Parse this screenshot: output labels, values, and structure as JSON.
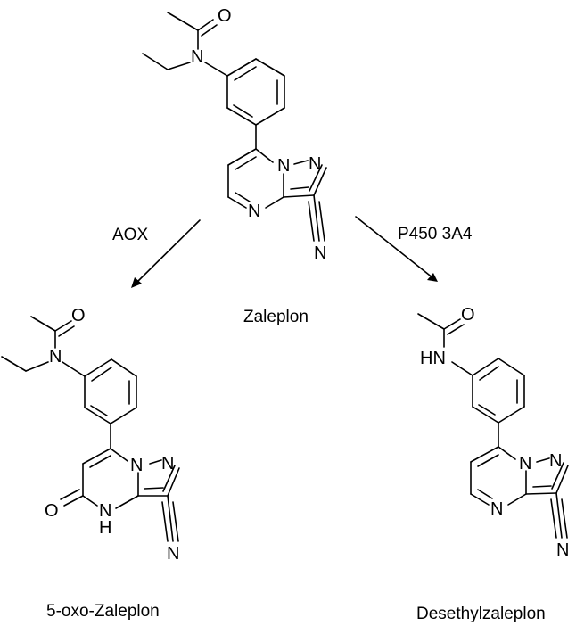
{
  "reactant": {
    "name": "Zaleplon",
    "atoms": {
      "o": "O",
      "n_amide": "N",
      "n_bridge": "N",
      "n_pyrazole": "N",
      "n_ring": "N",
      "n_nitrile": "N"
    }
  },
  "pathway_left": {
    "enzyme": "AOX"
  },
  "pathway_right": {
    "enzyme": "P450 3A4"
  },
  "product_left": {
    "name": "5-oxo-Zaleplon",
    "atoms": {
      "o": "O",
      "n_amide": "N",
      "n_bridge": "N",
      "n_pyrazole": "N",
      "oxo_o": "O",
      "nh_n": "N",
      "nh_h": "H",
      "n_nitrile": "N"
    }
  },
  "product_right": {
    "name": "Desethylzaleplon",
    "atoms": {
      "o": "O",
      "hn": "HN",
      "n_bridge": "N",
      "n_pyrazole": "N",
      "n_ring": "N",
      "n_nitrile": "N"
    }
  }
}
